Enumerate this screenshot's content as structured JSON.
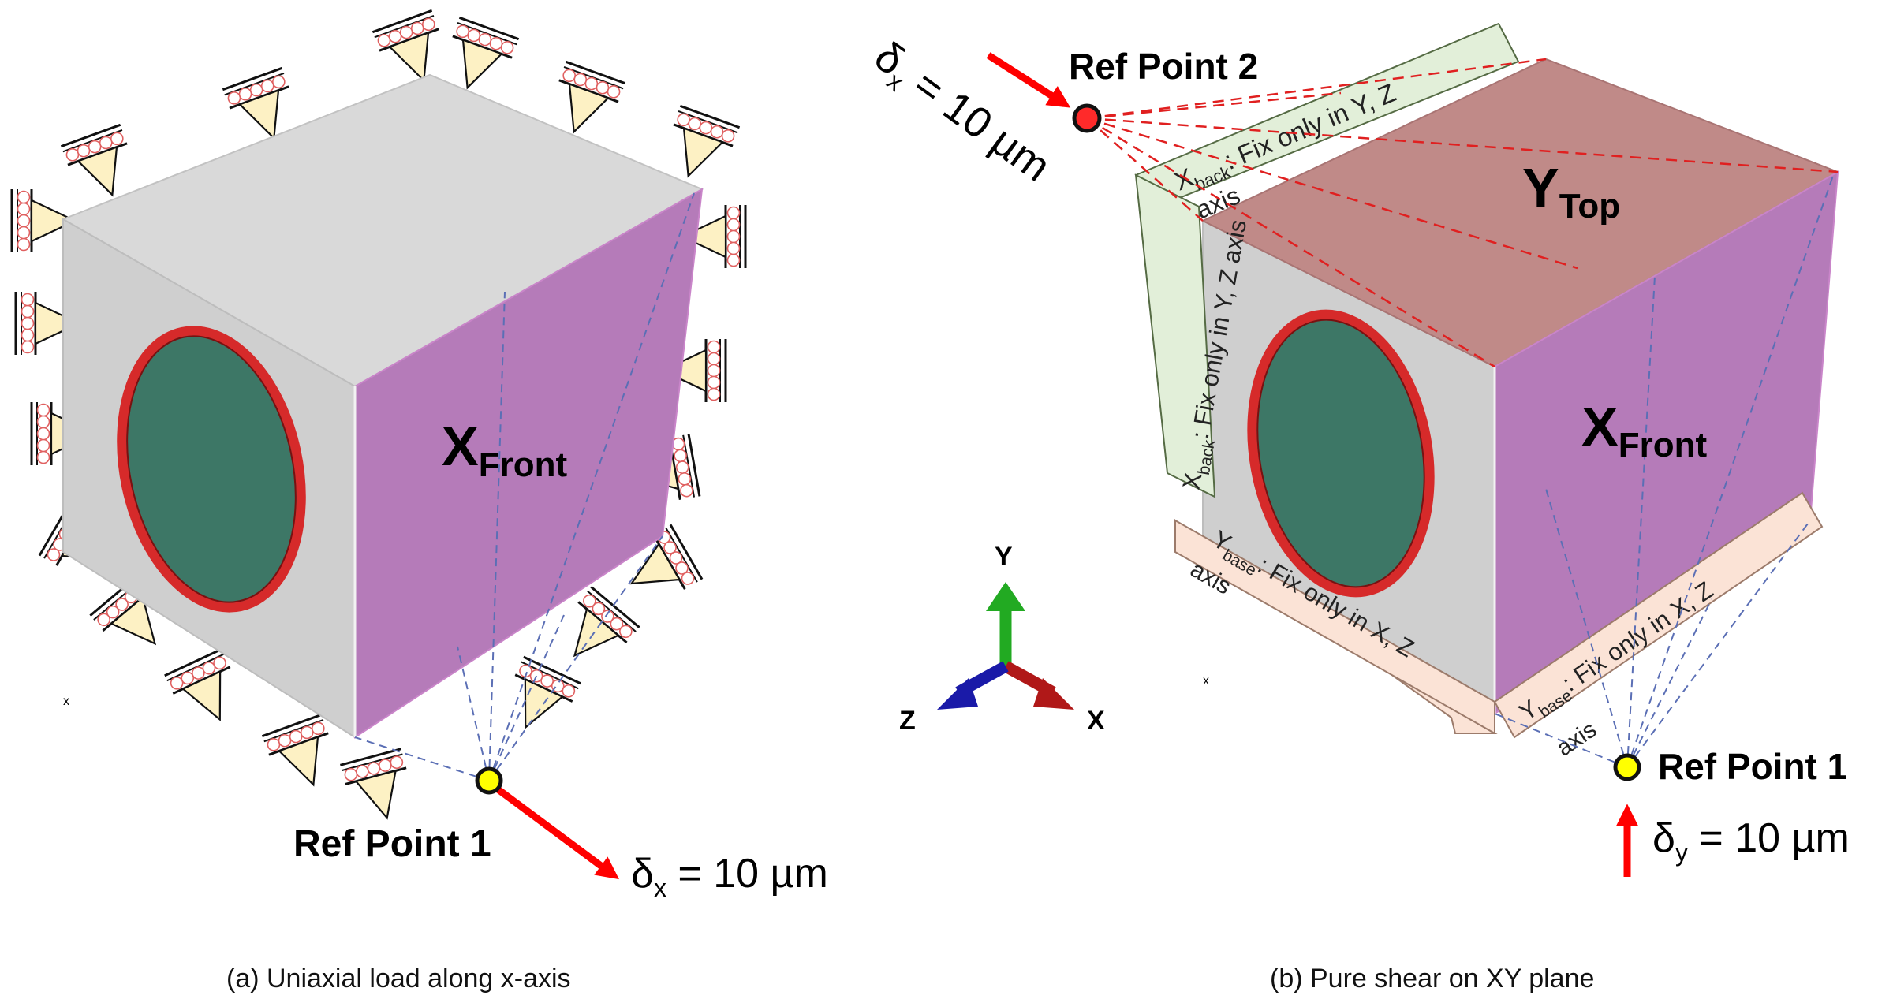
{
  "panel_a": {
    "face_label": "X",
    "face_label_sub": "Front",
    "ref_point_label": "Ref Point 1",
    "disp_symbol": "δ",
    "disp_sub": "x",
    "disp_value": " = 10 µm",
    "mark": "x",
    "caption": "(a) Uniaxial load along x-axis"
  },
  "panel_b": {
    "top_label": "Y",
    "top_label_sub": "Top",
    "front_label": "X",
    "front_label_sub": "Front",
    "ref1_label": "Ref Point 1",
    "ref2_label": "Ref Point 2",
    "ref1_disp_symbol": "δ",
    "ref1_disp_sub": "y",
    "ref1_disp_value": " = 10 µm",
    "ref2_disp_symbol": "δ",
    "ref2_disp_sub": "x",
    "ref2_disp_value": " = 10 µm",
    "xback_top_var": "X",
    "xback_top_sub": "back",
    "xback_top_text": ": Fix only in Y, Z",
    "xback_top_overflow": "axis",
    "xback_side_var": "X",
    "xback_side_sub": "back",
    "xback_side_text": ": Fix only in Y, Z axis",
    "xback_side_overflow": "axis",
    "ybase_left_var": "Y",
    "ybase_left_sub": "base",
    "ybase_left_text": ": Fix only in X, Z",
    "ybase_left_overflow": "axis",
    "ybase_right_var": "Y",
    "ybase_right_sub": "base",
    "ybase_right_text": ": Fix only in X, Z",
    "ybase_right_overflow": "axis",
    "mark": "x",
    "caption": "(b) Pure shear on XY plane"
  },
  "triad": {
    "y_label": "Y",
    "x_label": "X",
    "z_label": "Z"
  },
  "colors": {
    "cube_grey": "#d9d9d9",
    "front_face": "#b57bb9",
    "top_face": "#c08a88",
    "hole_fill": "#3d7766",
    "hole_rim": "#d62a2a",
    "support_fill": "#fdf1c4",
    "xback_band": "#e2efd9",
    "ybase_band": "#fbe3d6",
    "arrow_red": "#ff0000",
    "ref_yellow": "#ffff00",
    "ref_red": "#ff2a2a",
    "axis_green": "#22aa22",
    "axis_red": "#b01818",
    "axis_blue": "#1a1aa8"
  }
}
